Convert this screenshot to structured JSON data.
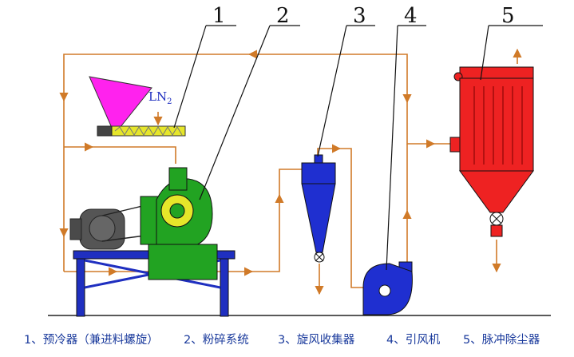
{
  "labels": {
    "callout_1": "1",
    "callout_2": "2",
    "callout_3": "3",
    "callout_4": "4",
    "callout_5": "5",
    "nitrogen_main": "LN",
    "nitrogen_sub": "2"
  },
  "legend": {
    "item_1": "1、预冷器（兼进料螺旋）",
    "item_2": "2、粉碎系统",
    "item_3": "3、旋风收集器",
    "item_4": "4、引风机",
    "item_5": "5、脉冲除尘器"
  },
  "colors": {
    "flow_line": "#d07a28",
    "hopper": "#ff22ee",
    "screw_conveyor": "#e6e62a",
    "grinder": "#22a322",
    "motor": "#555555",
    "frame": "#1f2fc0",
    "cyclone": "#1f2fd0",
    "fan": "#1f2fd0",
    "dust_collector": "#ee2222",
    "legend_text": "#1a3a9c"
  }
}
